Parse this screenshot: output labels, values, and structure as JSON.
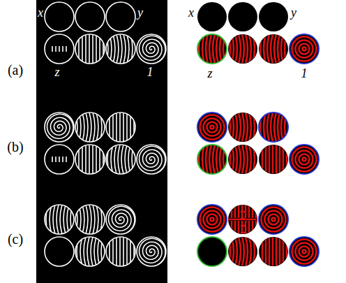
{
  "diagram": {
    "labels": [
      "(a)",
      "(b)",
      "(c)",
      "x",
      "y",
      "z",
      "1",
      "x",
      "y",
      "z",
      "1"
    ]
  }
}
